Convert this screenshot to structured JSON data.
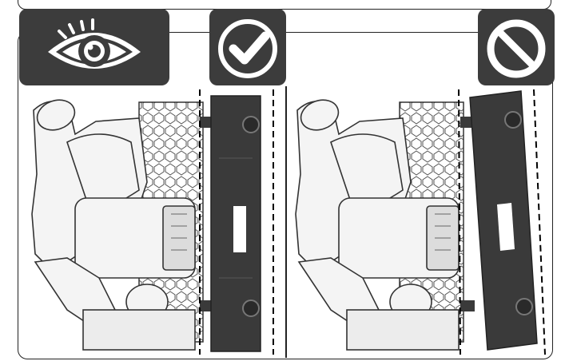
{
  "colors": {
    "badge_bg": "#3c3c3c",
    "outline": "#222222",
    "rail_fill": "#3a3a3a",
    "saw_fill": "#f4f4f4",
    "grid_fill": "#e6e6e6"
  },
  "badges": [
    {
      "icon": "eye-icon",
      "meaning": "inspect"
    },
    {
      "icon": "checkmark-icon",
      "meaning": "correct"
    },
    {
      "icon": "prohibited-icon",
      "meaning": "incorrect"
    }
  ],
  "panels": [
    {
      "status": "correct",
      "rail_alignment": "parallel"
    },
    {
      "status": "incorrect",
      "rail_alignment": "tilted"
    }
  ]
}
